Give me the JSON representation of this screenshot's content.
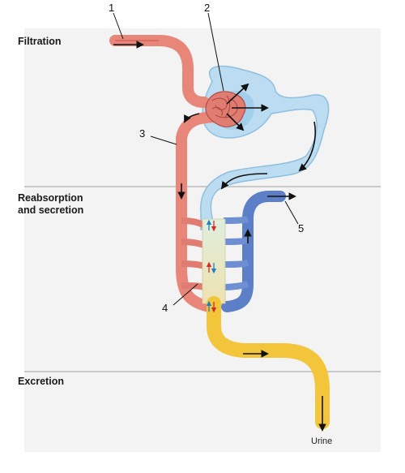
{
  "stages": {
    "filtration": "Filtration",
    "reabsorption": "Reabsorption\nand secretion",
    "excretion": "Excretion"
  },
  "callouts": {
    "c1": "1",
    "c2": "2",
    "c3": "3",
    "c4": "4",
    "c5": "5"
  },
  "output_label": "Urine",
  "colors": {
    "arteriole": "#e8867a",
    "glomerulus_capillary": "#d9655f",
    "capsule": "#b9dcf0",
    "tubule_light": "#c7e2f3",
    "venule": "#5c7fc8",
    "collecting_duct": "#f2c53a",
    "interstitium": "#e4e6c6"
  }
}
